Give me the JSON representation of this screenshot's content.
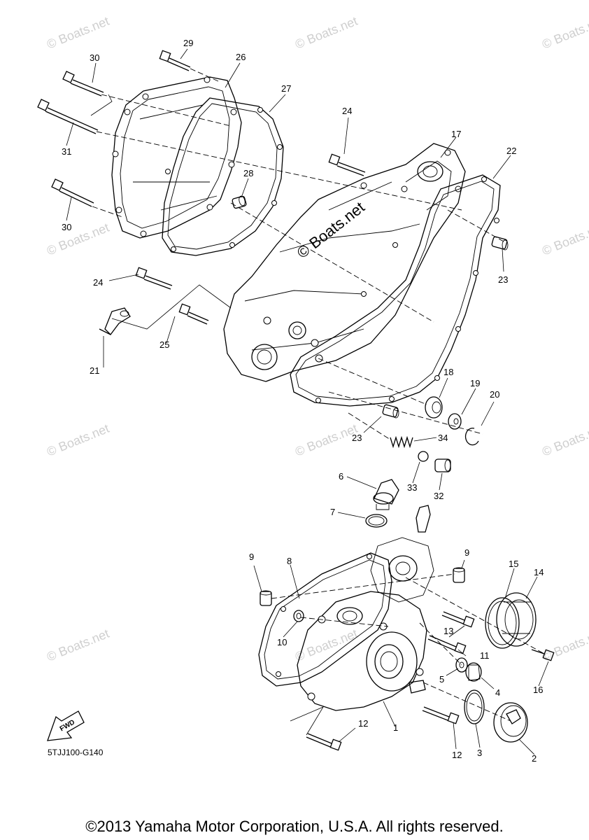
{
  "watermark": "© Boats.net",
  "center_watermark": "© Boats.net",
  "fwd_label": "FWD",
  "ref_code": "5TJJ100-G140",
  "copyright": "©2013 Yamaha Motor Corporation, U.S.A. All rights reserved.",
  "callouts": {
    "c1": "1",
    "c2": "2",
    "c3": "3",
    "c4": "4",
    "c5": "5",
    "c6": "6",
    "c7": "7",
    "c8": "8",
    "c9a": "9",
    "c9b": "9",
    "c10": "10",
    "c11": "11",
    "c12a": "12",
    "c12b": "12",
    "c13": "13",
    "c14": "14",
    "c15": "15",
    "c16": "16",
    "c17": "17",
    "c18": "18",
    "c19": "19",
    "c20": "20",
    "c21": "21",
    "c22": "22",
    "c23a": "23",
    "c23b": "23",
    "c24a": "24",
    "c24b": "24",
    "c25": "25",
    "c26": "26",
    "c27": "27",
    "c28": "28",
    "c29": "29",
    "c30a": "30",
    "c30b": "30",
    "c31": "31",
    "c32": "32",
    "c33": "33",
    "c34": "34"
  }
}
